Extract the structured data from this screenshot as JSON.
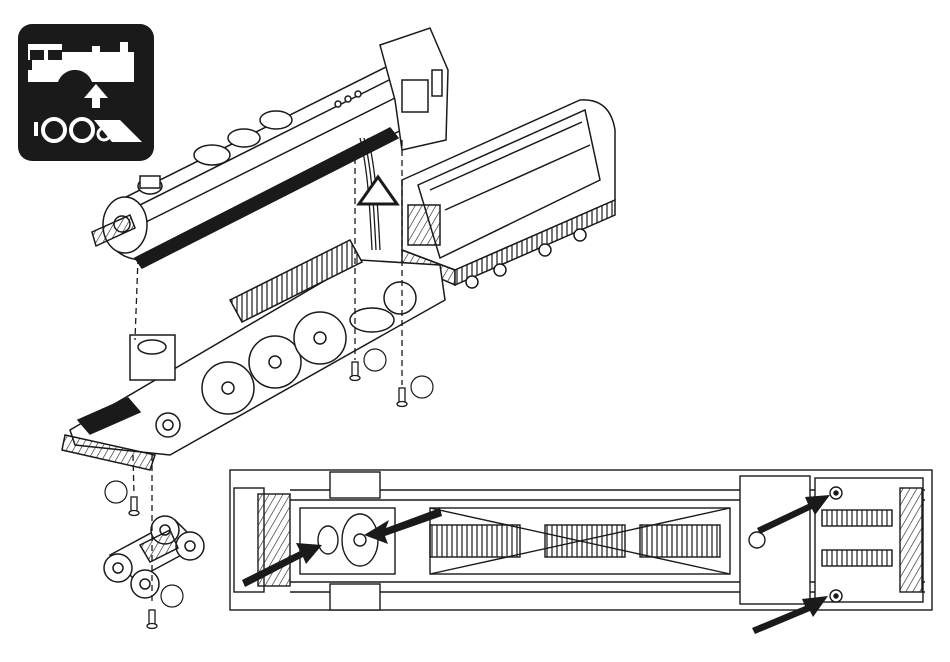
{
  "diagram": {
    "icon": "locomotive-body-removal-icon",
    "callouts": [
      {
        "id": "screw-right-a",
        "label": ""
      },
      {
        "id": "screw-right-b",
        "label": ""
      },
      {
        "id": "screw-front-truck",
        "label": ""
      },
      {
        "id": "screw-lead-truck",
        "label": ""
      }
    ],
    "warning_symbol": "triangle-caution-icon",
    "colors": {
      "ink": "#1a1a1a",
      "paper": "#ffffff",
      "badge": "#1a1a1a"
    }
  }
}
